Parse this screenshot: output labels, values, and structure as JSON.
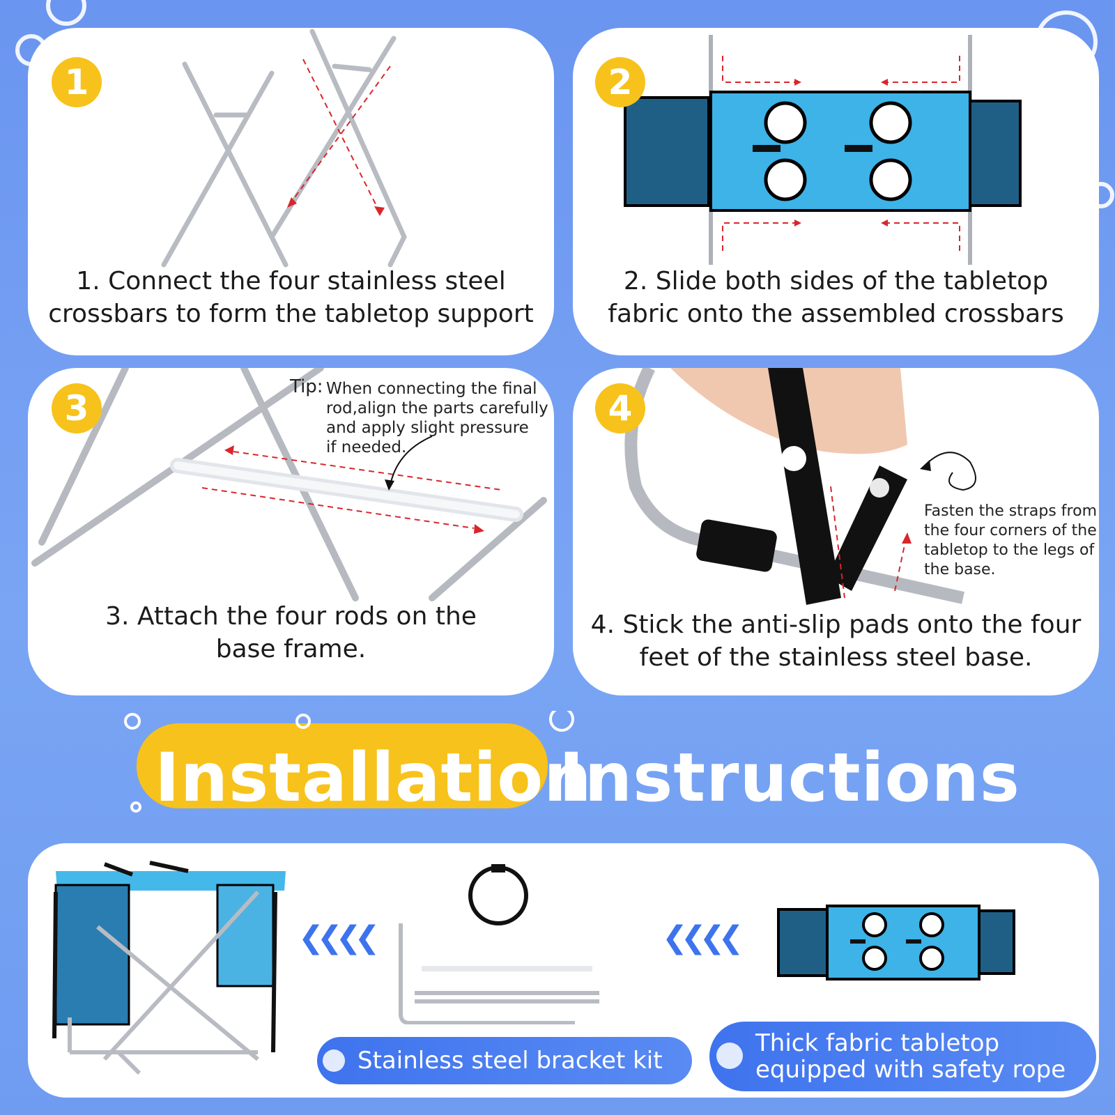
{
  "steps": [
    {
      "number": "1",
      "caption_line1": "1. Connect the four stainless steel",
      "caption_line2": "crossbars to form the tabletop support"
    },
    {
      "number": "2",
      "caption_line1": "2. Slide both sides of the tabletop",
      "caption_line2": "fabric onto the assembled crossbars"
    },
    {
      "number": "3",
      "caption_line1": "3. Attach the four rods on the",
      "caption_line2": "base frame.",
      "tip_label": "Tip:",
      "tip_lines": [
        "When connecting the final",
        "rod,align the parts carefully",
        "and apply slight pressure",
        "if needed."
      ]
    },
    {
      "number": "4",
      "caption_line1": "4. Stick the anti-slip pads onto the four",
      "caption_line2": "feet of the stainless steel base.",
      "note_lines": [
        "Fasten the straps from",
        "the four corners of the",
        "tabletop to the legs of",
        "the base."
      ]
    }
  ],
  "title": {
    "highlight": "Installation",
    "rest": "Instructions"
  },
  "bottom": {
    "kit_label": "Stainless steel bracket kit",
    "fabric_label_line1": "Thick fabric tabletop",
    "fabric_label_line2": "equipped with safety rope"
  },
  "colors": {
    "badge": "#f7c21b",
    "accent_blue": "#3e73ee",
    "fabric_blue": "#3db3e8",
    "arrow_red": "#d8262b",
    "background": "#6f9cf1"
  }
}
